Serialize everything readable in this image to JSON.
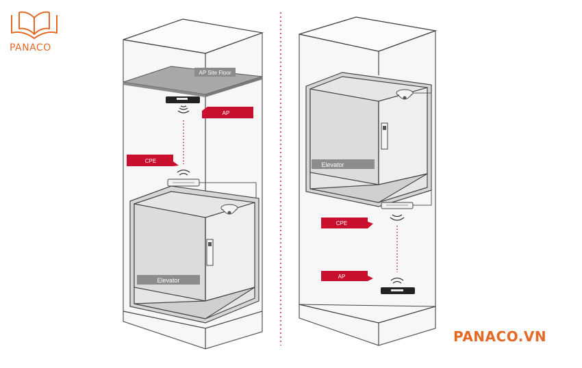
{
  "brand": {
    "logo_text": "PANACO",
    "url_text": "PANACO.VN",
    "accent_color": "#e36a25",
    "logo_icon": "open-book-logo-icon"
  },
  "left_diagram": {
    "site_floor_label": "AP Site Floor",
    "ap_label": "AP",
    "cpe_label": "CPE",
    "elevator_label": "Elevator"
  },
  "right_diagram": {
    "elevator_label": "Elevator",
    "cpe_label": "CPE",
    "ap_label": "AP"
  },
  "colors": {
    "callout_red": "#c8102e",
    "label_gray": "#8c8c8c",
    "floor_gray": "#a8a8a8",
    "divider_red": "#c8102e",
    "line_gray": "#333333"
  },
  "icons": {
    "wifi": "wifi-signal-icon",
    "camera": "dome-camera-icon",
    "access_point": "access-point-icon",
    "cpe_device": "cpe-device-icon",
    "elevator_panel": "elevator-button-panel-icon"
  }
}
